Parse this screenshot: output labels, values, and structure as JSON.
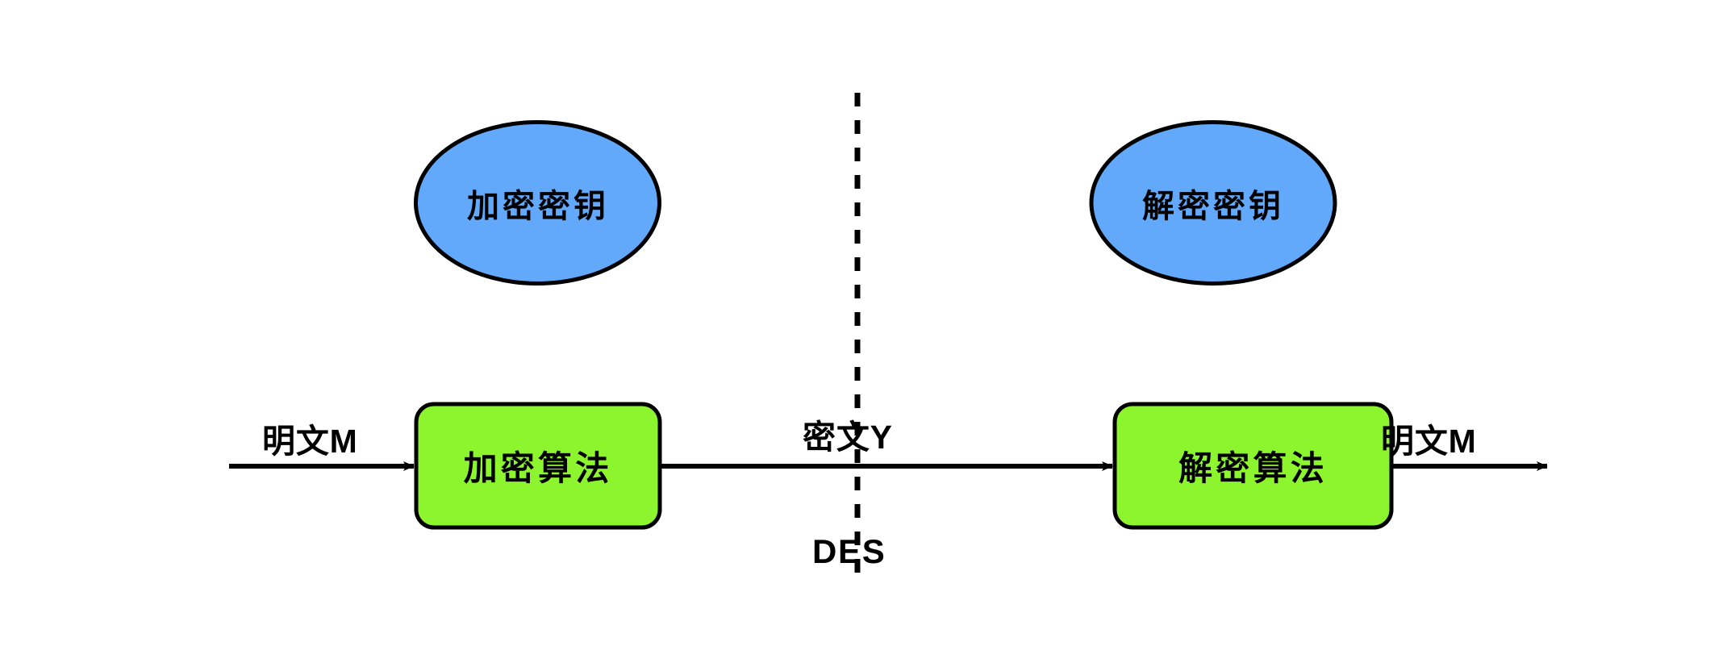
{
  "diagram": {
    "title": "DES 对称加密流程图",
    "colors": {
      "ellipse_fill": "#62A8FB",
      "box_fill": "#8DF52E",
      "stroke": "#000000",
      "background": "#FFFFFF"
    },
    "nodes": [
      {
        "id": "enc-key",
        "shape": "ellipse",
        "label": "加密密钥"
      },
      {
        "id": "dec-key",
        "shape": "ellipse",
        "label": "解密密钥"
      },
      {
        "id": "enc-algo",
        "shape": "rounded-rect",
        "label": "加密算法"
      },
      {
        "id": "dec-algo",
        "shape": "rounded-rect",
        "label": "解密算法"
      }
    ],
    "edge_labels": [
      {
        "id": "plaintext-in",
        "label": "明文M"
      },
      {
        "id": "ciphertext",
        "label": "密文Y"
      },
      {
        "id": "plaintext-out",
        "label": "明文M"
      }
    ],
    "divider": {
      "id": "des-divider",
      "label": "DES",
      "style": "dashed-vertical"
    }
  }
}
